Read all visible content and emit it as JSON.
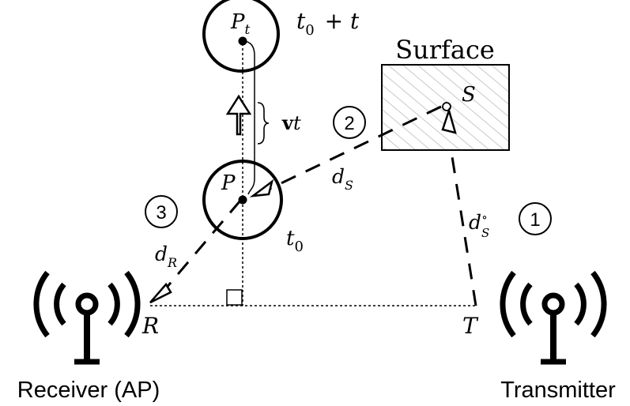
{
  "points": {
    "p": "P",
    "p_sub_base": "P",
    "p_sub": "t",
    "r": "R",
    "t": "T",
    "s": "S"
  },
  "times": {
    "t0_base": "t",
    "t0_sub": "0",
    "t0_plus_t": "0 + t",
    "t0_plus_base": "t"
  },
  "velocity": {
    "bold": "v",
    "italic": "t"
  },
  "surface_label": "Surface",
  "distances": {
    "dS_base": "d",
    "dS_sub": "S",
    "dR_base": "d",
    "dR_sub": "R",
    "dSo_base": "d",
    "dSo_sub": "S",
    "dSo_sup": "∘"
  },
  "steps": [
    "1",
    "2",
    "3"
  ],
  "devices": {
    "receiver": "Receiver (AP)",
    "transmitter": "Transmitter"
  },
  "colors": {
    "ink": "#000000",
    "hatch": "#c8c8c8"
  },
  "icons": [
    "antenna-icon",
    "antenna-icon",
    "arrow-icon"
  ]
}
